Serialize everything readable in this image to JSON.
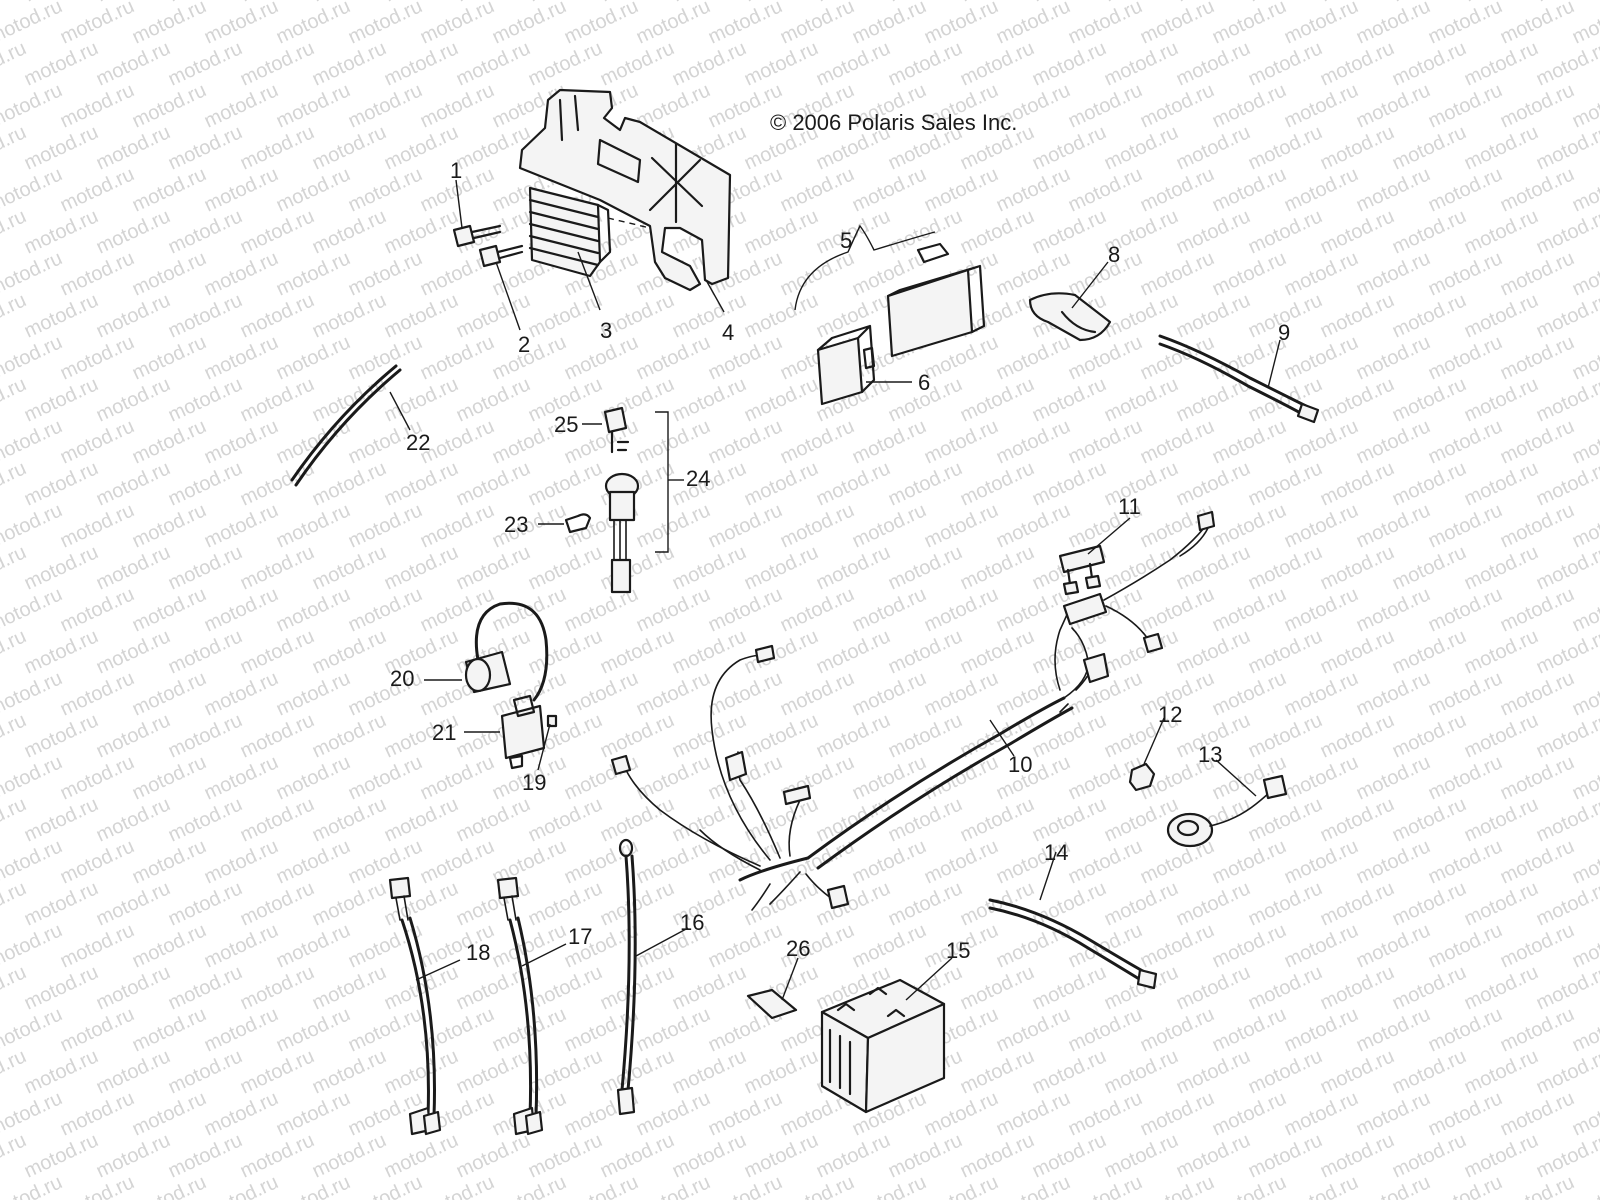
{
  "copyright": "© 2006 Polaris Sales Inc.",
  "watermark": "motod.ru",
  "callouts": {
    "c1": "1",
    "c2": "2",
    "c3": "3",
    "c4": "4",
    "c5": "5",
    "c6": "6",
    "c8": "8",
    "c9": "9",
    "c10": "10",
    "c11": "11",
    "c12": "12",
    "c13": "13",
    "c14": "14",
    "c15": "15",
    "c16": "16",
    "c17": "17",
    "c18": "18",
    "c19": "19",
    "c20": "20",
    "c21": "21",
    "c22": "22",
    "c23": "23",
    "c24": "24",
    "c25": "25",
    "c26": "26"
  }
}
